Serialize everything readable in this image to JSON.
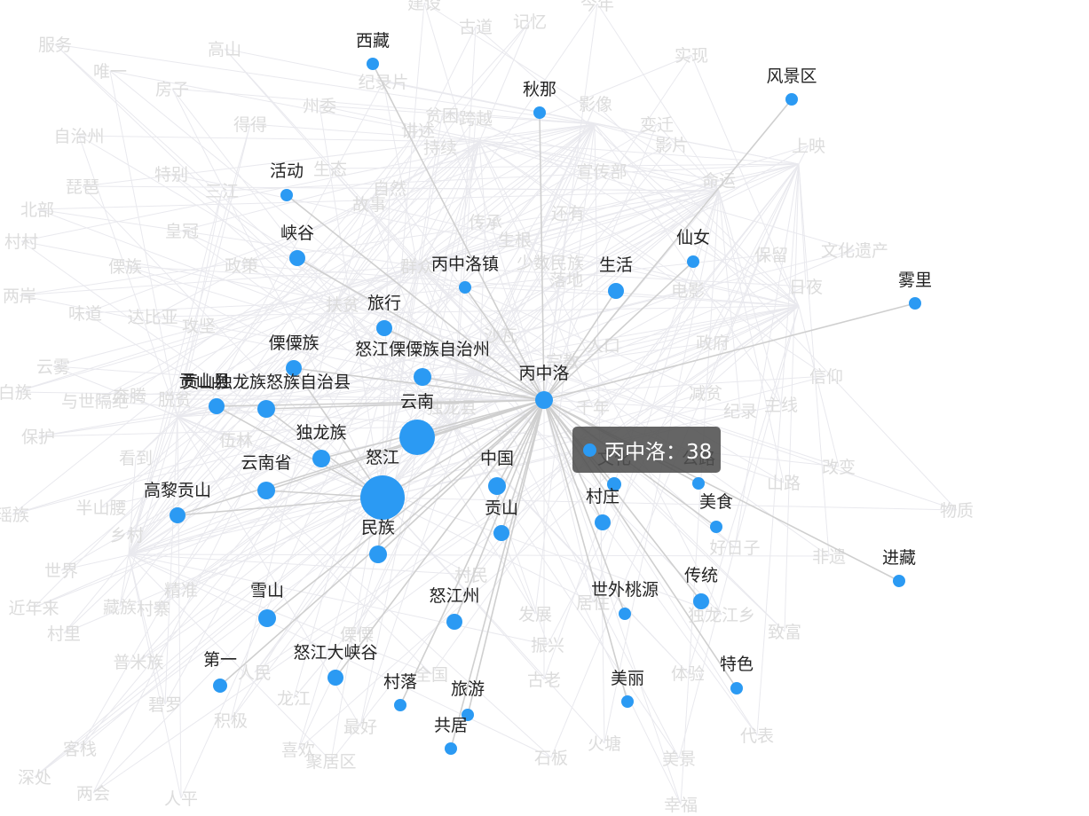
{
  "graph": {
    "center_node": "丙中洛",
    "nodes": [
      {
        "name": "丙中洛",
        "label": "丙中洛"
      },
      {
        "name": "怒江",
        "label": "怒江"
      },
      {
        "name": "云南",
        "label": "云南"
      },
      {
        "name": "西藏",
        "label": "西藏"
      },
      {
        "name": "秋那",
        "label": "秋那"
      },
      {
        "name": "风景区",
        "label": "风景区"
      },
      {
        "name": "活动",
        "label": "活动"
      },
      {
        "name": "峡谷",
        "label": "峡谷"
      },
      {
        "name": "丙中洛镇",
        "label": "丙中洛镇"
      },
      {
        "name": "生活",
        "label": "生活"
      },
      {
        "name": "仙女",
        "label": "仙女"
      },
      {
        "name": "雾里",
        "label": "雾里"
      },
      {
        "name": "旅行",
        "label": "旅行"
      },
      {
        "name": "怒江傈僳族自治州",
        "label": "怒江傈僳族自治州"
      },
      {
        "name": "傈僳族",
        "label": "傈僳族"
      },
      {
        "name": "贡山县",
        "label": "贡山县"
      },
      {
        "name": "贡山独龙族怒族自治县",
        "label": "贡山独龙族怒族自治县"
      },
      {
        "name": "独龙族",
        "label": "独龙族"
      },
      {
        "name": "云南省",
        "label": "云南省"
      },
      {
        "name": "高黎贡山",
        "label": "高黎贡山"
      },
      {
        "name": "中国",
        "label": "中国"
      },
      {
        "name": "贡山",
        "label": "贡山"
      },
      {
        "name": "民族",
        "label": "民族"
      },
      {
        "name": "文化",
        "label": "文化"
      },
      {
        "name": "公路",
        "label": "公路"
      },
      {
        "name": "村庄",
        "label": "村庄"
      },
      {
        "name": "美食",
        "label": "美食"
      },
      {
        "name": "进藏",
        "label": "进藏"
      },
      {
        "name": "雪山",
        "label": "雪山"
      },
      {
        "name": "怒江州",
        "label": "怒江州"
      },
      {
        "name": "世外桃源",
        "label": "世外桃源"
      },
      {
        "name": "传统",
        "label": "传统"
      },
      {
        "name": "第一",
        "label": "第一"
      },
      {
        "name": "怒江大峡谷",
        "label": "怒江大峡谷"
      },
      {
        "name": "村落",
        "label": "村落"
      },
      {
        "name": "旅游",
        "label": "旅游"
      },
      {
        "name": "共居",
        "label": "共居"
      },
      {
        "name": "美丽",
        "label": "美丽"
      },
      {
        "name": "特色",
        "label": "特色"
      }
    ],
    "background_words": [
      "建设",
      "古道",
      "记忆",
      "今年",
      "服务",
      "唯一",
      "高山",
      "房子",
      "实现",
      "纪录片",
      "州委",
      "影像",
      "得得",
      "贫困",
      "跨越",
      "讲述",
      "变迁",
      "影片",
      "自治州",
      "生态",
      "持续",
      "宣传部",
      "上映",
      "琵琶",
      "特别",
      "三江",
      "自然",
      "故事",
      "命运",
      "北部",
      "皇冠",
      "传承",
      "还有",
      "村村",
      "政策",
      "生根",
      "少数民族",
      "傈族",
      "群众",
      "落地",
      "保留",
      "文化遗产",
      "两岸",
      "扶贫",
      "电影",
      "日夜",
      "味道",
      "达比亚",
      "攻坚",
      "沙瓦",
      "人口",
      "政府",
      "云雾",
      "宗教",
      "信仰",
      "白族",
      "与世隔绝",
      "奔腾",
      "脱贫",
      "独龙县",
      "千年",
      "减贫",
      "主线",
      "保护",
      "伍林",
      "纪录",
      "改变",
      "看到",
      "山路",
      "半山腰",
      "乡村",
      "好日子",
      "物质",
      "瑶族",
      "非遗",
      "世界",
      "精准",
      "村民",
      "居住",
      "近年来",
      "藏族",
      "村寨",
      "发展",
      "独龙江乡",
      "致富",
      "村里",
      "傈僳",
      "振兴",
      "普米族",
      "人民",
      "全国",
      "古老",
      "体验",
      "碧罗",
      "龙江",
      "积极",
      "最好",
      "代表",
      "客栈",
      "喜欢",
      "聚居区",
      "火塘",
      "美景",
      "石板",
      "深处",
      "两会",
      "人平",
      "幸福"
    ]
  },
  "tooltip": {
    "label": "丙中洛：38",
    "series": "丙中洛",
    "value": "38"
  },
  "colors": {
    "node": "#2b9af3",
    "edge": "#cfcfcf",
    "ghost_text": "#dcdcdc",
    "label_text": "#222222",
    "tooltip_bg": "#505050"
  }
}
